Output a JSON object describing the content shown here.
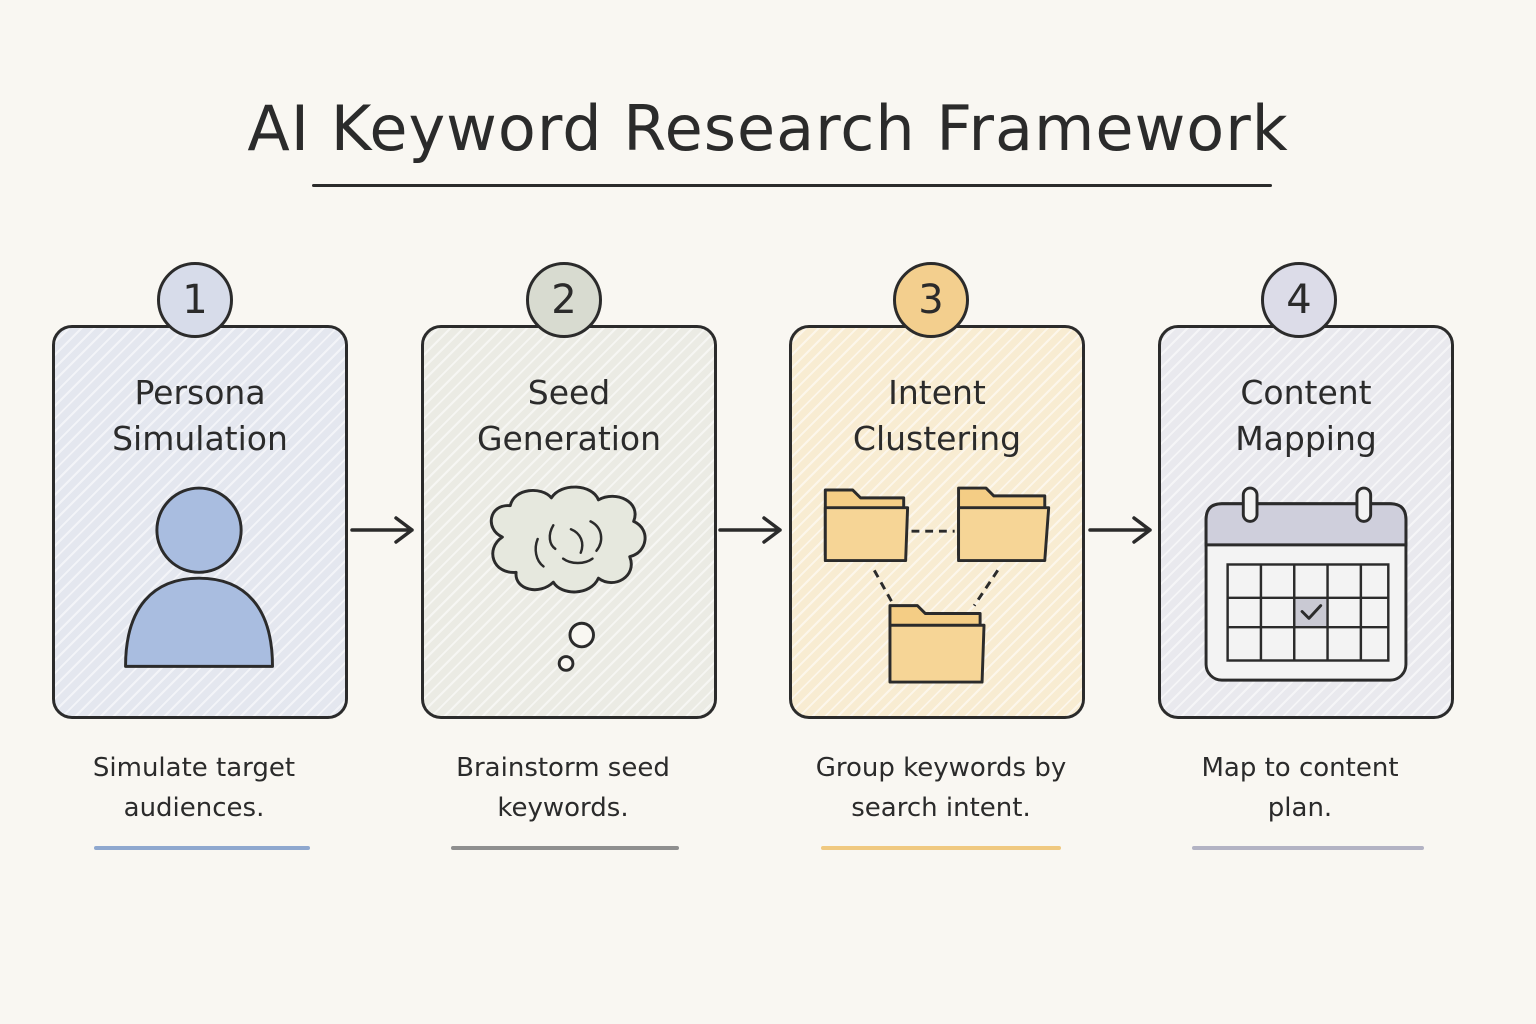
{
  "title": "AI Keyword Research Framework",
  "steps": [
    {
      "number": "1",
      "title_line1": "Persona",
      "title_line2": "Simulation",
      "caption_line1": "Simulate target",
      "caption_line2": "audiences.",
      "icon": "person-icon",
      "fill": "#e4e7ef",
      "badge_fill": "#d7dcea",
      "accent": "#8fa8cf"
    },
    {
      "number": "2",
      "title_line1": "Seed",
      "title_line2": "Generation",
      "caption_line1": "Brainstorm seed",
      "caption_line2": "keywords.",
      "icon": "thought-cloud-icon",
      "fill": "#ebebe4",
      "badge_fill": "#d8dbd0",
      "accent": "#8f8f8f"
    },
    {
      "number": "3",
      "title_line1": "Intent",
      "title_line2": "Clustering",
      "caption_line1": "Group keywords by",
      "caption_line2": "search intent.",
      "icon": "folder-cluster-icon",
      "fill": "#f8ecd2",
      "badge_fill": "#f3cf8e",
      "accent": "#f0c980"
    },
    {
      "number": "4",
      "title_line1": "Content",
      "title_line2": "Mapping",
      "caption_line1": "Map to content",
      "caption_line2": "plan.",
      "icon": "calendar-icon",
      "fill": "#e9e9ee",
      "badge_fill": "#dcdce8",
      "accent": "#b3b3c4"
    }
  ]
}
